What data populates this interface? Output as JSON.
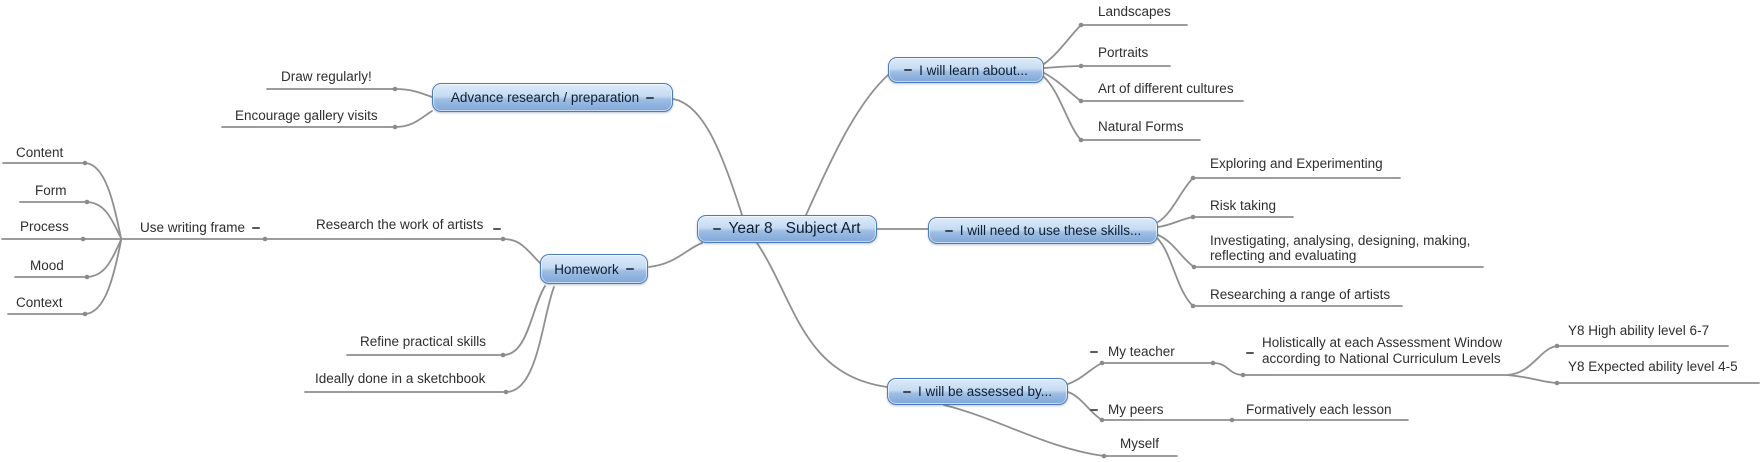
{
  "colors": {
    "node_border": "#4d7cb8",
    "node_fill_top": "#dcebfa",
    "node_fill_bottom": "#7fa7d8",
    "connector_line": "#8f8f8f",
    "label_text": "#2e2e2e"
  },
  "nodes": {
    "center": "Year 8   Subject Art",
    "advance": "Advance research / preparation",
    "draw": "Draw regularly!",
    "gallery": "Encourage gallery visits",
    "homework": "Homework",
    "research_artists": "Research the work of artists",
    "writing_frame": "Use writing frame",
    "content": "Content",
    "form": "Form",
    "process": "Process",
    "mood": "Mood",
    "context": "Context",
    "refine": "Refine practical skills",
    "sketchbook": "Ideally done in a sketchbook",
    "learn": "I will learn about...",
    "landscapes": "Landscapes",
    "portraits": "Portraits",
    "cultures": "Art of different cultures",
    "natural": "Natural Forms",
    "skills": "I will need to use these skills...",
    "exploring": "Exploring and Experimenting",
    "risk": "Risk taking",
    "investigating_1": "Investigating, analysing, designing, making,",
    "investigating_2": "reflecting and evaluating",
    "researching": "Researching a range of artists",
    "assessed": "I will be assessed by...",
    "teacher": "My teacher",
    "peers": "My peers",
    "myself": "Myself",
    "holistically_1": "Holistically at each Assessment Window",
    "holistically_2": "according to National Curriculum Levels",
    "formatively": "Formatively each lesson",
    "y8_high": "Y8 High ability level 6-7",
    "y8_expected": "Y8 Expected ability level 4-5"
  }
}
